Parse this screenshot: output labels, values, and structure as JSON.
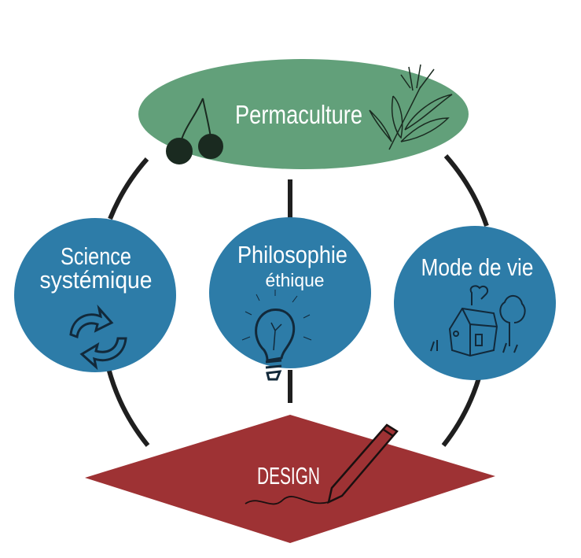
{
  "title": "Permaculture",
  "pillars": [
    {
      "line1": "Science",
      "line2": "systémique",
      "icon": "recycle-arrows-icon"
    },
    {
      "line1": "Philosophie",
      "line2": "éthique",
      "icon": "lightbulb-icon"
    },
    {
      "line1": "Mode de vie",
      "icon": "house-icon"
    }
  ],
  "base": "DESIGN",
  "colors": {
    "green": "#62a07a",
    "blue": "#2d7ca8",
    "red": "#9e3234",
    "line": "#1f1f1f"
  }
}
